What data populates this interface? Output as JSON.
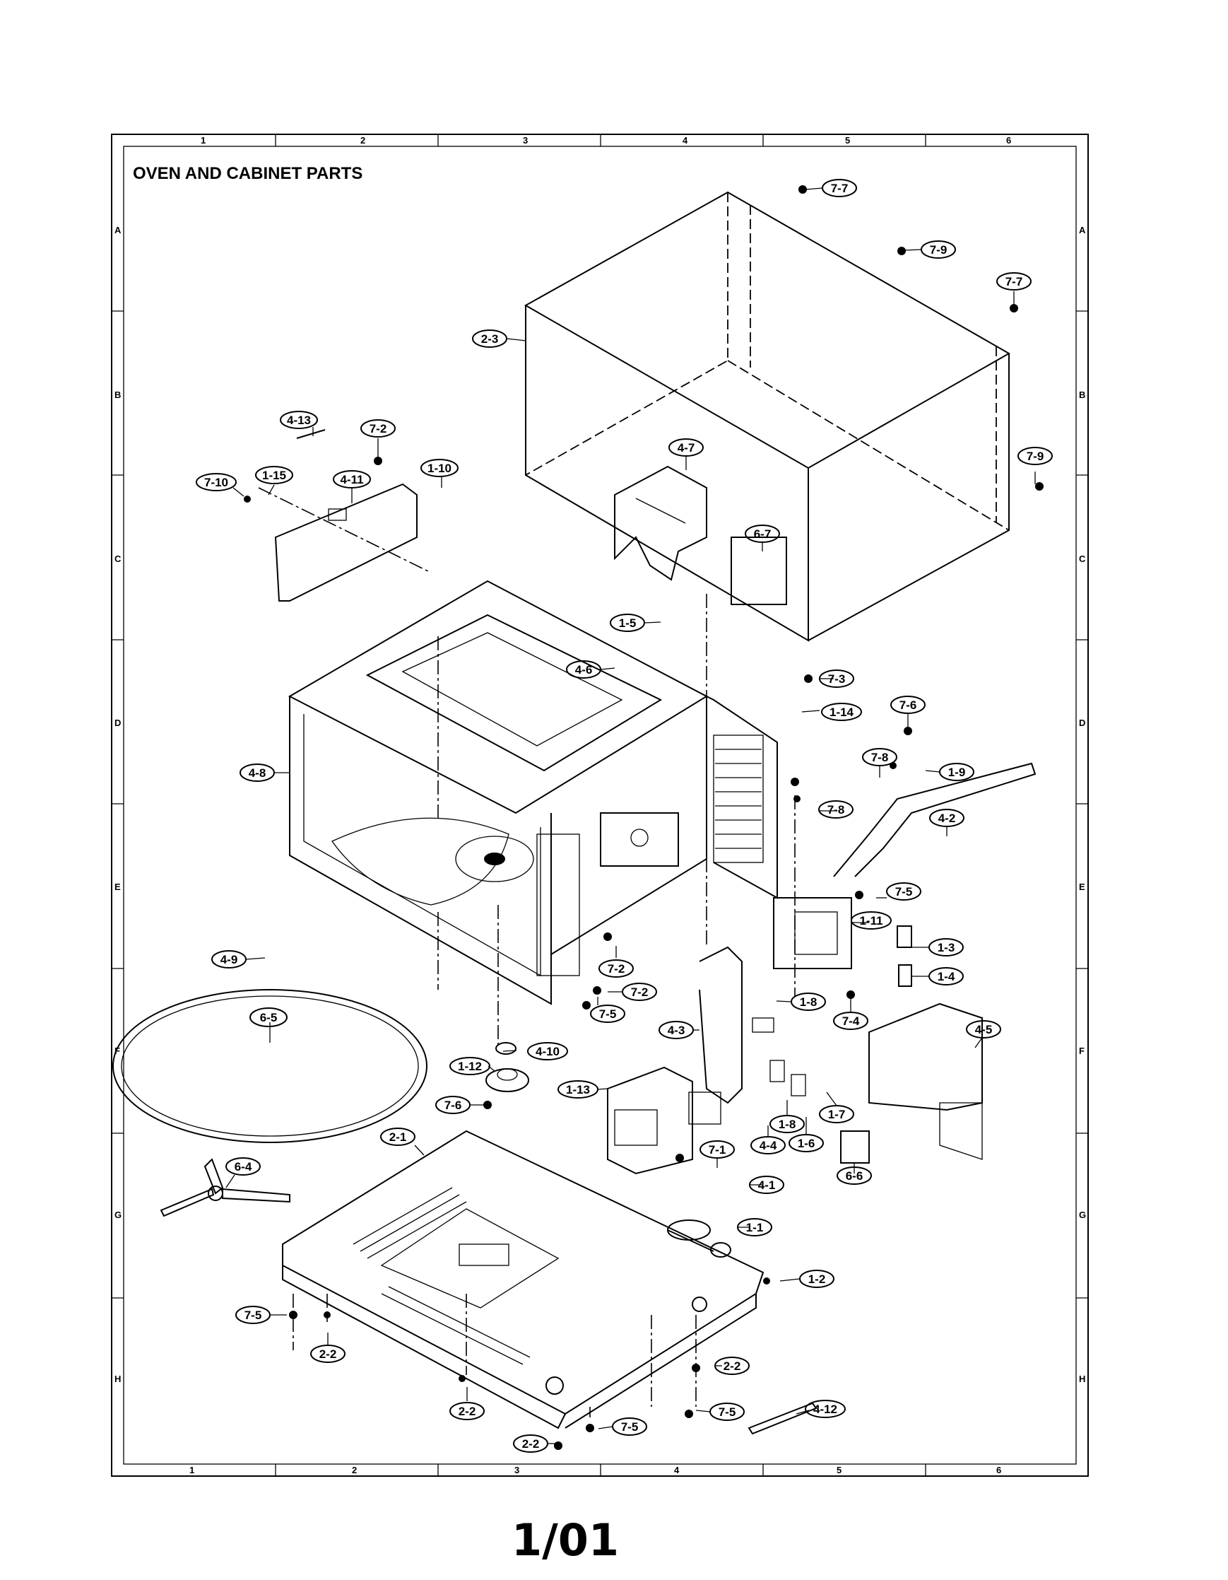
{
  "title": "OVEN AND CABINET PARTS",
  "page_number": "1/01",
  "grid": {
    "columns": [
      "1",
      "2",
      "3",
      "4",
      "5",
      "6"
    ],
    "rows": [
      "A",
      "B",
      "C",
      "D",
      "E",
      "F",
      "G",
      "H"
    ]
  },
  "callouts": {
    "c_7_7a": "7-7",
    "c_7_9a": "7-9",
    "c_7_7b": "7-7",
    "c_2_3": "2-3",
    "c_7_9b": "7-9",
    "c_4_13": "4-13",
    "c_7_2a": "7-2",
    "c_1_10": "1-10",
    "c_7_10": "7-10",
    "c_1_15": "1-15",
    "c_4_11": "4-11",
    "c_4_7": "4-7",
    "c_6_7": "6-7",
    "c_1_5": "1-5",
    "c_4_6": "4-6",
    "c_7_3": "7-3",
    "c_1_14": "1-14",
    "c_7_6a": "7-6",
    "c_7_8a": "7-8",
    "c_1_9": "1-9",
    "c_4_8": "4-8",
    "c_7_8b": "7-8",
    "c_4_2": "4-2",
    "c_7_5a": "7-5",
    "c_1_11": "1-11",
    "c_4_9": "4-9",
    "c_7_2b": "7-2",
    "c_7_2c": "7-2",
    "c_1_3": "1-3",
    "c_1_4": "1-4",
    "c_7_5b": "7-5",
    "c_1_8a": "1-8",
    "c_7_4": "7-4",
    "c_6_5": "6-5",
    "c_4_10": "4-10",
    "c_4_3": "4-3",
    "c_4_5": "4-5",
    "c_1_12": "1-12",
    "c_1_13": "1-13",
    "c_7_6b": "7-6",
    "c_1_8b": "1-8",
    "c_1_7": "1-7",
    "c_4_4": "4-4",
    "c_1_6": "1-6",
    "c_2_1": "2-1",
    "c_7_1": "7-1",
    "c_6_6": "6-6",
    "c_4_1": "4-1",
    "c_6_4": "6-4",
    "c_1_1": "1-1",
    "c_1_2": "1-2",
    "c_7_5c": "7-5",
    "c_2_2a": "2-2",
    "c_2_2b": "2-2",
    "c_4_12": "4-12",
    "c_2_2c": "2-2",
    "c_2_2d": "2-2",
    "c_7_5d": "7-5",
    "c_7_5e": "7-5"
  }
}
